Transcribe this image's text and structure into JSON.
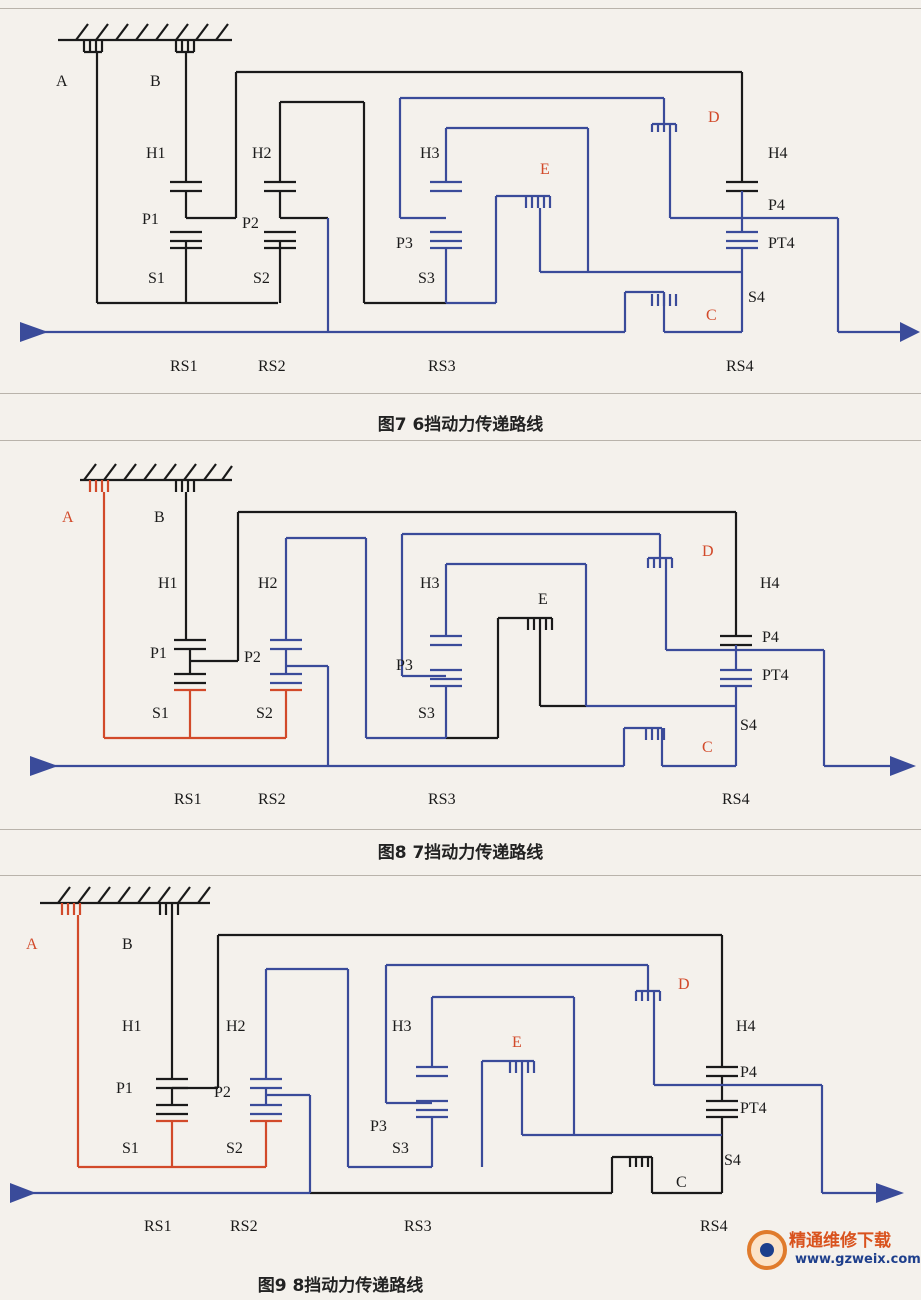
{
  "figures": [
    {
      "caption": "图7 6挡动力传递路线",
      "labels": {
        "A": "A",
        "B": "B",
        "C": "C",
        "D": "D",
        "E": "E",
        "H1": "H1",
        "H2": "H2",
        "H3": "H3",
        "H4": "H4",
        "P1": "P1",
        "P2": "P2",
        "P3": "P3",
        "P4": "P4",
        "PT4": "PT4",
        "S1": "S1",
        "S2": "S2",
        "S3": "S3",
        "S4": "S4",
        "RS1": "RS1",
        "RS2": "RS2",
        "RS3": "RS3",
        "RS4": "RS4"
      },
      "active_elements": [
        "C",
        "D",
        "E"
      ]
    },
    {
      "caption": "图8 7挡动力传递路线",
      "labels": {
        "A": "A",
        "B": "B",
        "C": "C",
        "D": "D",
        "E": "E",
        "H1": "H1",
        "H2": "H2",
        "H3": "H3",
        "H4": "H4",
        "P1": "P1",
        "P2": "P2",
        "P3": "P3",
        "P4": "P4",
        "PT4": "PT4",
        "S1": "S1",
        "S2": "S2",
        "S3": "S3",
        "S4": "S4",
        "RS1": "RS1",
        "RS2": "RS2",
        "RS3": "RS3",
        "RS4": "RS4"
      },
      "active_elements": [
        "A",
        "C",
        "D"
      ]
    },
    {
      "caption": "图9 8挡动力传递路线",
      "labels": {
        "A": "A",
        "B": "B",
        "C": "C",
        "D": "D",
        "E": "E",
        "H1": "H1",
        "H2": "H2",
        "H3": "H3",
        "H4": "H4",
        "P1": "P1",
        "P2": "P2",
        "P3": "P3",
        "P4": "P4",
        "PT4": "PT4",
        "S1": "S1",
        "S2": "S2",
        "S3": "S3",
        "S4": "S4",
        "RS1": "RS1",
        "RS2": "RS2",
        "RS3": "RS3",
        "RS4": "RS4"
      },
      "active_elements": [
        "A",
        "D",
        "E"
      ]
    }
  ],
  "colors": {
    "black": "#1a1a1a",
    "blue": "#3a4b9a",
    "red": "#d24a2a",
    "bg": "#f4f1ec"
  },
  "watermark": {
    "name": "精通维修下载",
    "url": "www.gzweix.com"
  }
}
